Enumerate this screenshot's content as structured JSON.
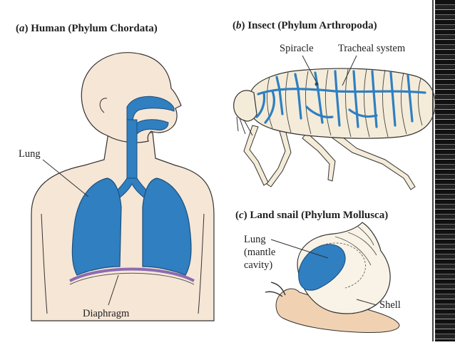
{
  "panels": {
    "human": {
      "letter": "a",
      "title": "Human (Phylum Chordata)",
      "labels": {
        "lung": "Lung",
        "diaphragm": "Diaphragm"
      }
    },
    "insect": {
      "letter": "b",
      "title": "Insect (Phylum Arthropoda)",
      "labels": {
        "spiracle": "Spiracle",
        "tracheal": "Tracheal system"
      }
    },
    "snail": {
      "letter": "c",
      "title": "Land snail (Phylum Mollusca)",
      "labels": {
        "lung_1": "Lung",
        "lung_2": "(mantle",
        "lung_3": "cavity)",
        "shell": "Shell"
      }
    }
  },
  "colors": {
    "organ_blue": "#2f7fc1",
    "organ_stroke": "#1d4f7a",
    "skin": "#f6e6d6",
    "snail_body": "#f0d2b3",
    "shell": "#f8f3e6",
    "insect_body": "#f4ecd9",
    "diaphragm": "#8c6bb1",
    "outline": "#333333"
  }
}
